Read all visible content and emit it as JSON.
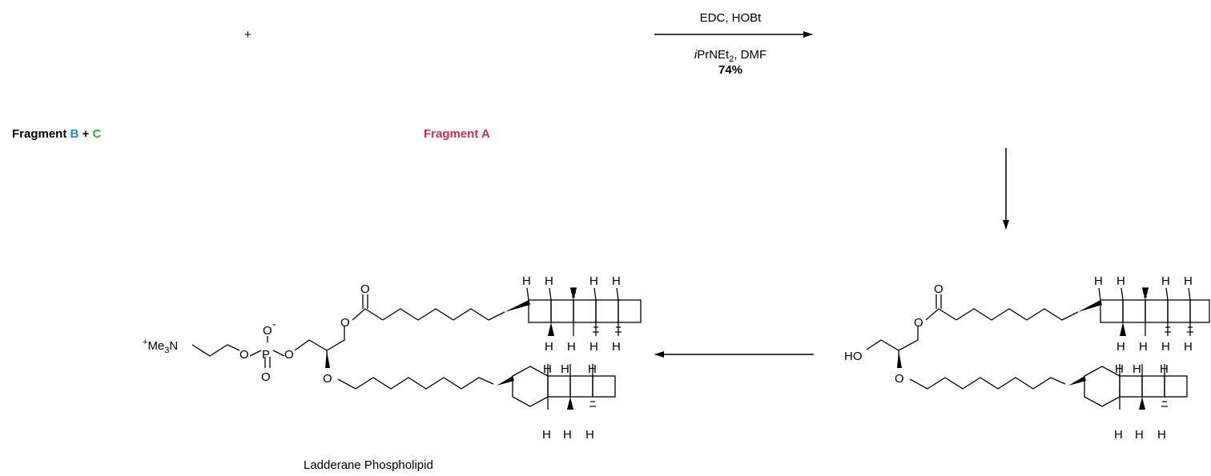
{
  "top": {
    "plus_sign": "+",
    "fragment_bc_prefix": "Fragment ",
    "fragment_b": "B",
    "fragment_plus": " + ",
    "fragment_c": "C",
    "fragment_a": "Fragment A",
    "reagents_top": "EDC, HOBt",
    "reagents_bottom_italic": "i",
    "reagents_bottom_rest": "PrNEt",
    "reagents_bottom_sub": "2",
    "reagents_bottom_tail": ", DMF",
    "yield": "74%"
  },
  "product": {
    "name": "Ladderane Phospholipid",
    "headgroup_charge": "+",
    "headgroup_me": "Me",
    "headgroup_sub": "3",
    "headgroup_n": "N",
    "phosphate_o_minus": "O",
    "minus": "-",
    "phosphate_p": "P",
    "phosphate_o_double": "O",
    "o_1": "O",
    "o_2": "O",
    "ester_o": "O",
    "carbonyl_o": "O",
    "ether_o": "O",
    "h": "H"
  },
  "intermediate": {
    "ho": "HO",
    "ester_o": "O",
    "carbonyl_o": "O",
    "ether_o": "O",
    "h": "H"
  },
  "colors": {
    "fragment_b": "#1a8bc8",
    "fragment_c": "#2db32d",
    "fragment_a": "#c8314d",
    "ink": "#000000"
  }
}
